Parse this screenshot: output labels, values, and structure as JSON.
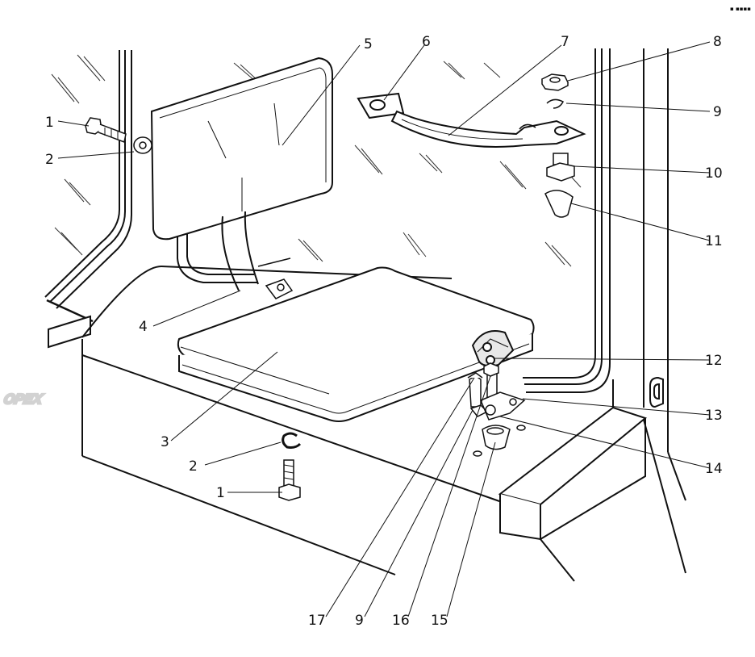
{
  "watermark": {
    "text": "OPEX"
  },
  "corner_mark": {
    "text": "▪ ▪▪▪▪"
  },
  "labels": {
    "l1_top": "1",
    "l2_top": "2",
    "l5": "5",
    "l6": "6",
    "l7": "7",
    "l8": "8",
    "l9_top": "9",
    "l10": "10",
    "l11": "11",
    "l4": "4",
    "l12": "12",
    "l13": "13",
    "l14": "14",
    "l3": "3",
    "l2_bottom": "2",
    "l1_bottom": "1",
    "l17": "17",
    "l9_bottom": "9",
    "l16": "16",
    "l15": "15"
  }
}
